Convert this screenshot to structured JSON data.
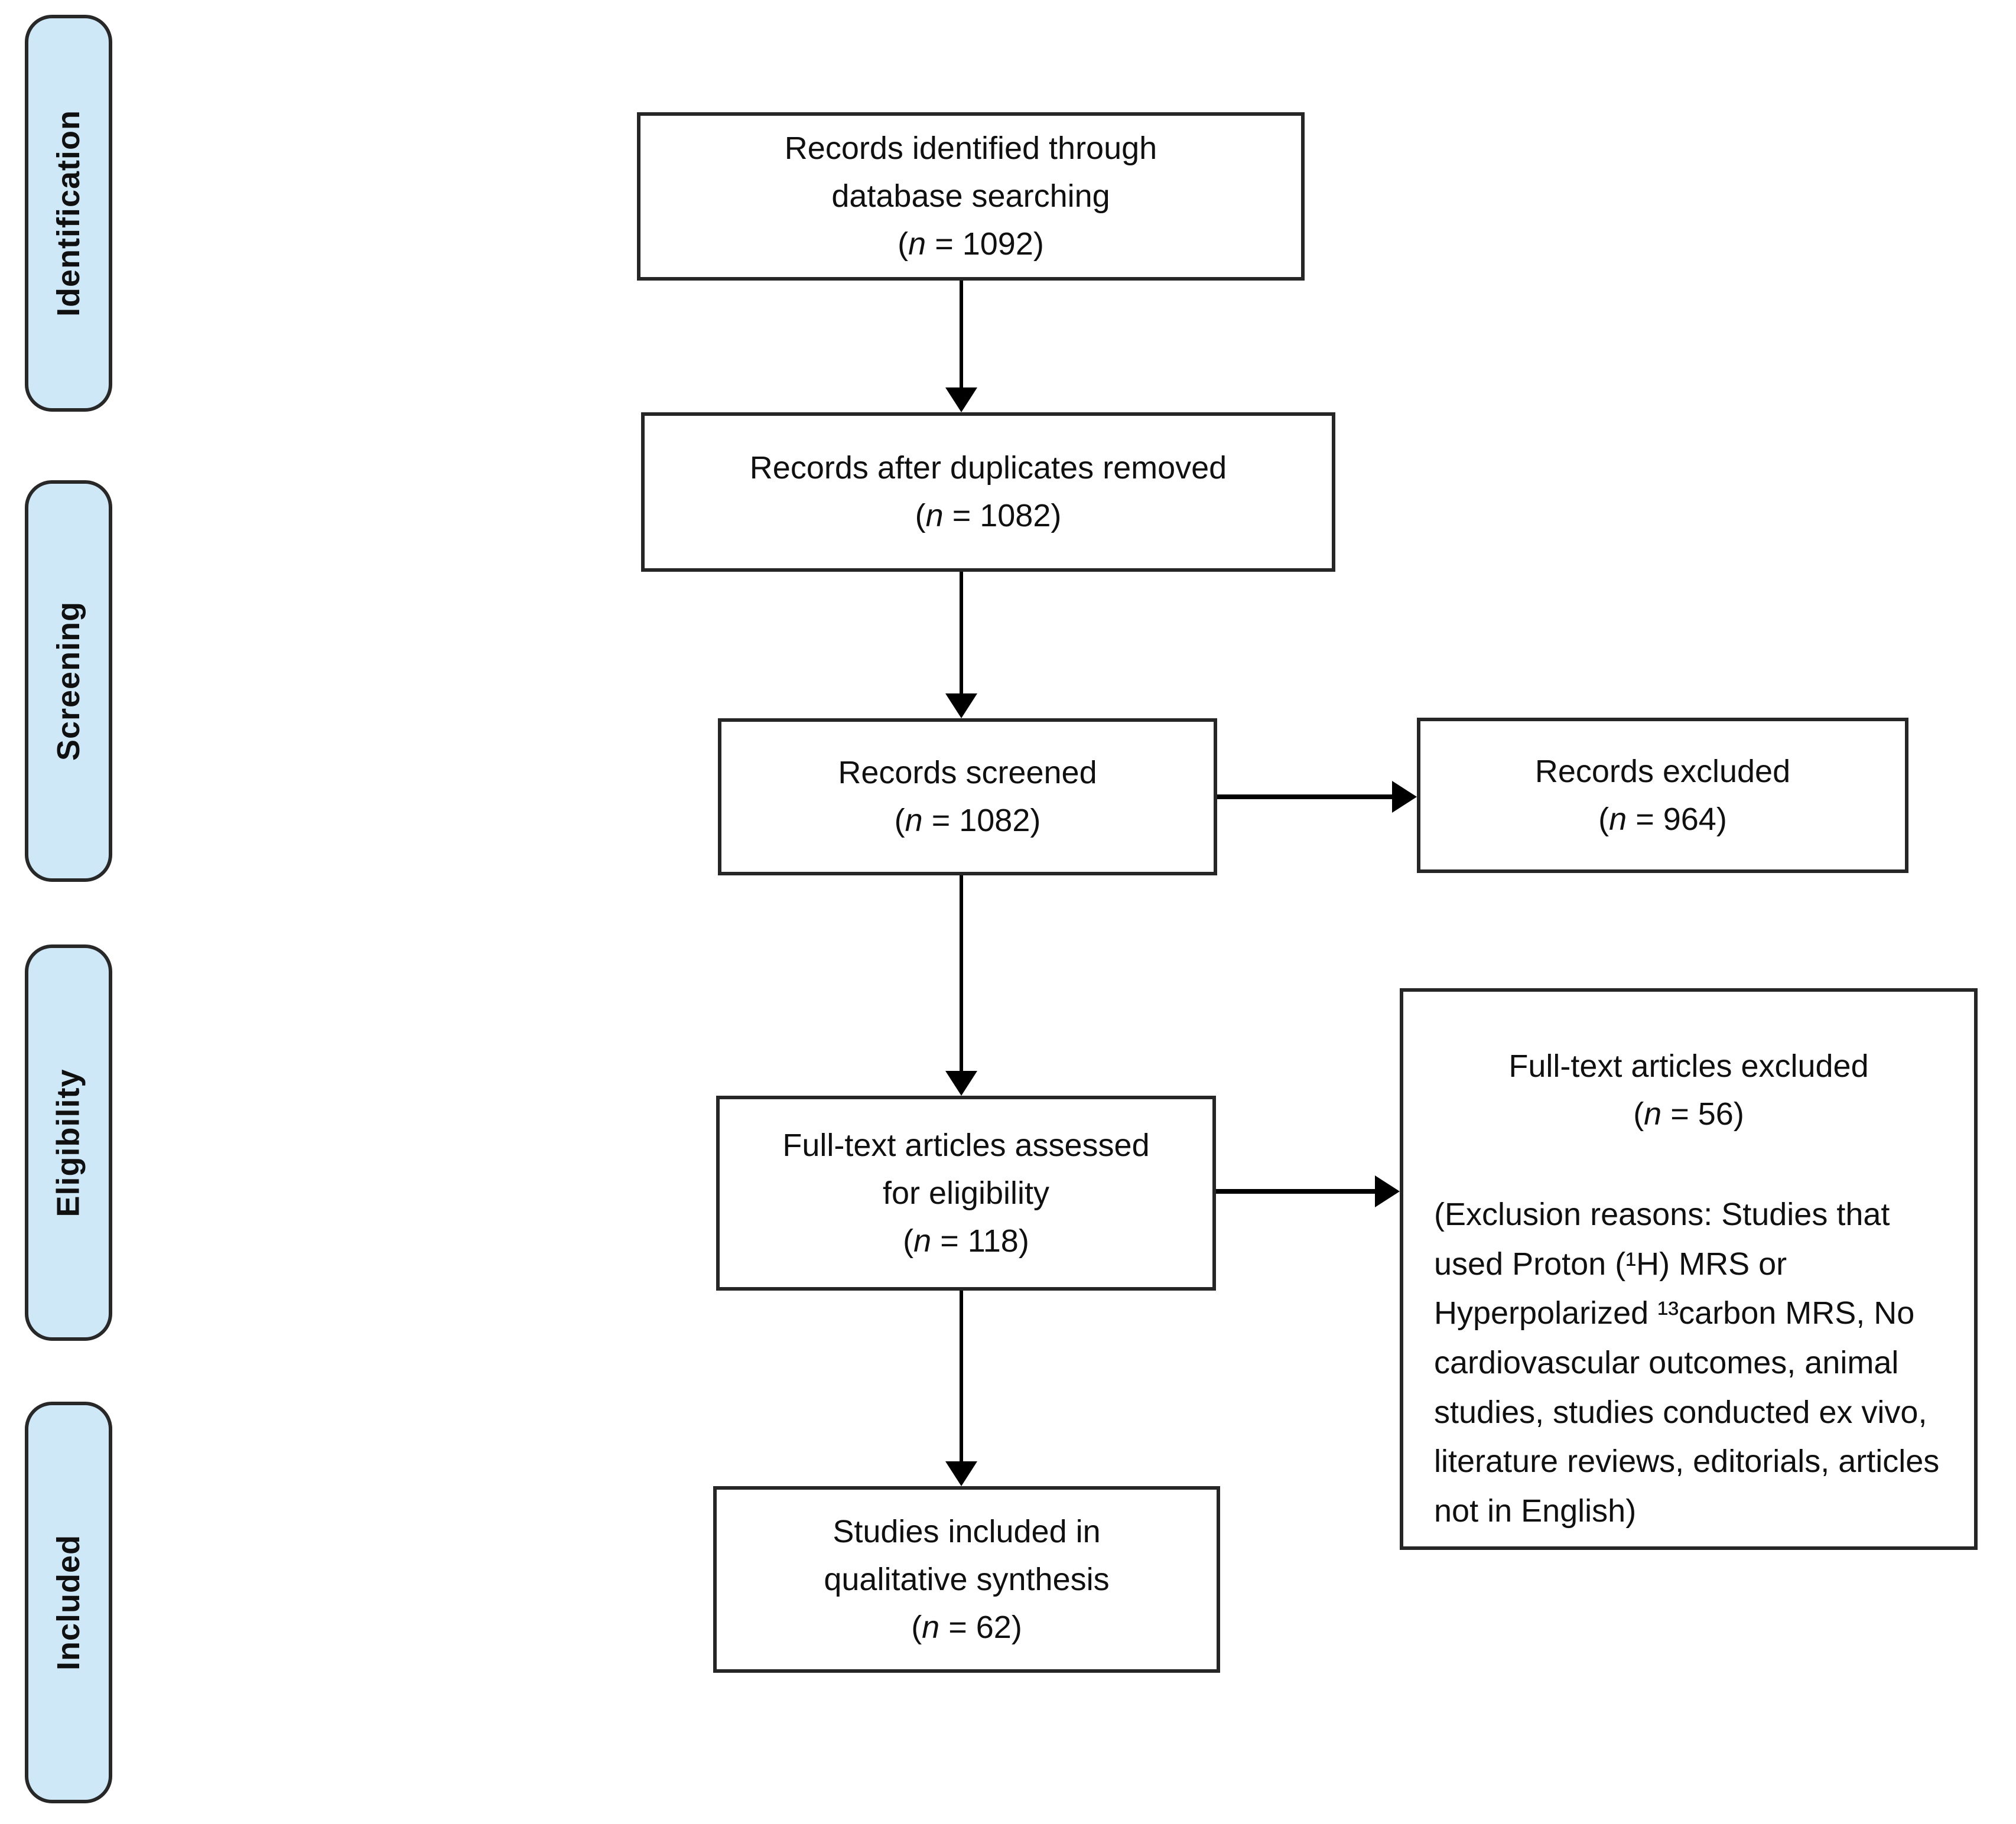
{
  "diagram": {
    "type": "prisma-flow-diagram",
    "colors": {
      "background": "#ffffff",
      "stage_fill": "#cfe8f8",
      "stage_border": "#282828",
      "box_fill": "#ffffff",
      "box_border": "#262626",
      "arrow": "#000000",
      "text": "#101010"
    },
    "stages": [
      {
        "id": "identification",
        "label": "Identification"
      },
      {
        "id": "screening",
        "label": "Screening"
      },
      {
        "id": "eligibility",
        "label": "Eligibility"
      },
      {
        "id": "included",
        "label": "Included"
      }
    ],
    "boxes": {
      "identified": {
        "lines": [
          "Records identified through",
          "database searching"
        ],
        "n_label": "(n = 1092)"
      },
      "duplicates_removed": {
        "lines": [
          "Records after duplicates removed"
        ],
        "n_label": "(n = 1082)"
      },
      "screened": {
        "lines": [
          "Records screened"
        ],
        "n_label": "(n = 1082)"
      },
      "records_excluded": {
        "lines": [
          "Records excluded"
        ],
        "n_label": "(n = 964)"
      },
      "fulltext_assessed": {
        "lines": [
          "Full-text articles assessed",
          "for eligibility"
        ],
        "n_label": "(n = 118)"
      },
      "fulltext_excluded": {
        "title": "Full-text articles excluded",
        "n_label": "(n = 56)",
        "reasons": "(Exclusion reasons: Studies that used Proton (¹H) MRS or Hyperpolarized ¹³carbon MRS, No cardiovascular outcomes, animal studies, studies conducted ex vivo, literature reviews, editorials, articles not in English)"
      },
      "included_qualitative": {
        "lines": [
          "Studies included in",
          "qualitative synthesis"
        ],
        "n_label": "(n = 62)"
      }
    },
    "edges": [
      {
        "from": "identified",
        "to": "duplicates_removed"
      },
      {
        "from": "duplicates_removed",
        "to": "screened"
      },
      {
        "from": "screened",
        "to": "records_excluded"
      },
      {
        "from": "screened",
        "to": "fulltext_assessed"
      },
      {
        "from": "fulltext_assessed",
        "to": "fulltext_excluded"
      },
      {
        "from": "fulltext_assessed",
        "to": "included_qualitative"
      }
    ]
  }
}
